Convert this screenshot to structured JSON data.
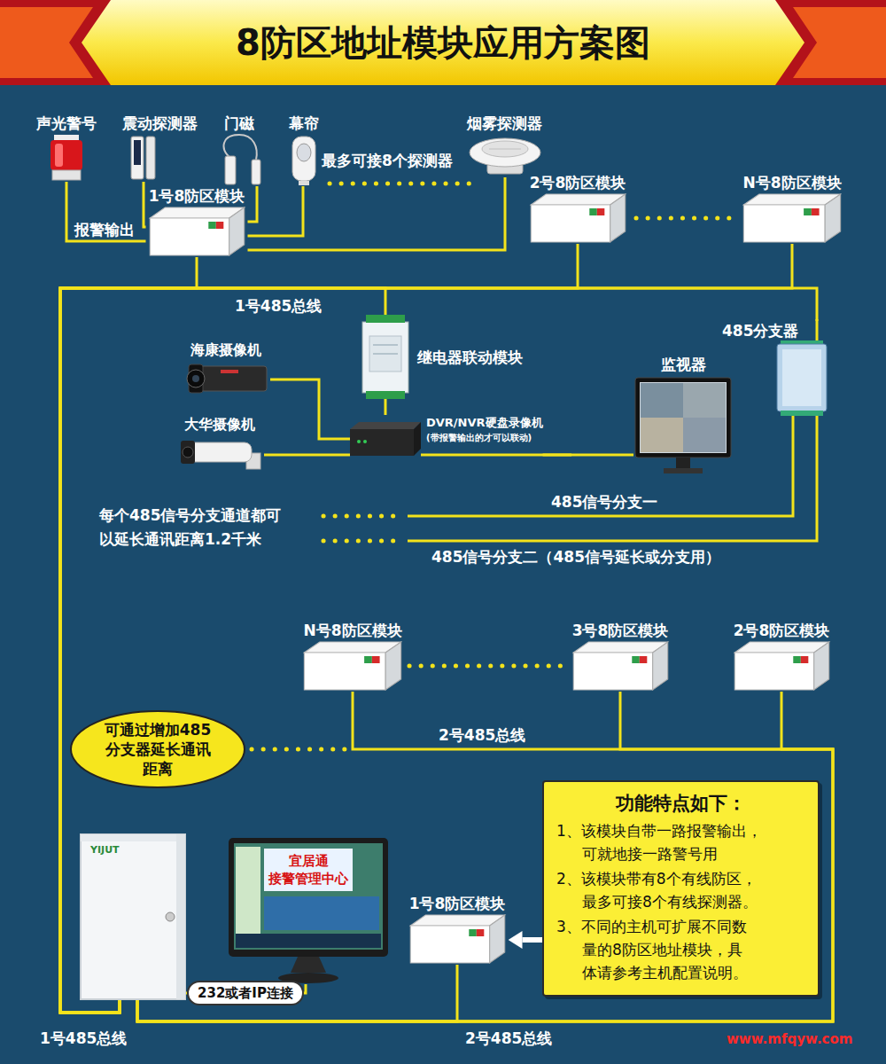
{
  "diagram": {
    "title": "8防区地址模块应用方案图",
    "nodes": [
      {
        "text": [
          "声光警号"
        ]
      },
      {
        "text": [
          "震动探测器"
        ]
      },
      {
        "text": [
          "门磁"
        ]
      },
      {
        "text": [
          "幕帘"
        ]
      },
      {
        "text": [
          "烟雾探测器"
        ]
      },
      {
        "text": [
          "1号8防区模块"
        ]
      },
      {
        "text": [
          "2号8防区模块"
        ]
      },
      {
        "text": [
          "N号8防区模块"
        ]
      },
      {
        "text": [
          "继电器联动模块"
        ]
      },
      {
        "text": [
          "海康摄像机"
        ]
      },
      {
        "text": [
          "大华摄像机"
        ]
      },
      {
        "text": [
          "DVR/NVR硬盘录像机",
          "(带报警输出的才可以联动)"
        ]
      },
      {
        "text": [
          "监视器"
        ]
      },
      {
        "text": [
          "485分支器"
        ]
      },
      {
        "text": [
          "N号8防区模块"
        ]
      },
      {
        "text": [
          "3号8防区模块"
        ]
      },
      {
        "text": [
          "2号8防区模块"
        ]
      },
      {
        "text": [
          "可通过增加485 分支器延长通讯 距离"
        ]
      },
      {
        "text": [
          "YIJUT"
        ]
      },
      {
        "text": [
          "宜居通 接警管理中心"
        ]
      },
      {
        "text": [
          "1号8防区模块"
        ]
      },
      {
        "text": [
          "功能特点如下：",
          "1、该模块自带一路报警输出， 可就地接一路警号用",
          "2、该模块带有8个有线防区， 最多可接8个有线探测器。",
          "3、不同的主机可扩展不同数 量的8防区地址模块，具 体请参考主机配置说明。"
        ]
      }
    ],
    "edges": [
      {
        "from": 5,
        "to": 0,
        "arrow": "none",
        "label": "报警输出"
      },
      {
        "from": 1,
        "to": 5,
        "arrow": "none"
      },
      {
        "from": 2,
        "to": 5,
        "arrow": "none"
      },
      {
        "from": 3,
        "to": 5,
        "arrow": "none"
      },
      {
        "from": 4,
        "to": 5,
        "arrow": "none"
      },
      {
        "from": 18,
        "to": 5,
        "arrow": "none"
      },
      {
        "from": 18,
        "to": 6,
        "arrow": "none"
      },
      {
        "from": 18,
        "to": 7,
        "arrow": "none"
      },
      {
        "from": 18,
        "to": 8,
        "arrow": "none"
      },
      {
        "from": 18,
        "to": 13,
        "arrow": "none"
      },
      {
        "from": 8,
        "to": 11,
        "arrow": "none"
      },
      {
        "from": 9,
        "to": 11,
        "arrow": "none"
      },
      {
        "from": 10,
        "to": 11,
        "arrow": "none"
      },
      {
        "from": 11,
        "to": 12,
        "arrow": "none"
      },
      {
        "from": 18,
        "to": 14,
        "arrow": "none"
      },
      {
        "from": 18,
        "to": 15,
        "arrow": "none"
      },
      {
        "from": 18,
        "to": 16,
        "arrow": "none"
      },
      {
        "from": 18,
        "to": 20,
        "arrow": "none"
      },
      {
        "from": 18,
        "to": 19,
        "arrow": "none",
        "label": "232或者IP连接"
      },
      {
        "from": 21,
        "to": 20,
        "arrow": "to"
      }
    ],
    "labels": [
      "最多可接8个探测器",
      "1号485总线",
      "每个485信号分支通道都可 以延长通讯距离1.2千米",
      "485信号分支一",
      "485信号分支二（485信号延长或分支用）",
      "2号485总线",
      "1号485总线",
      "2号485总线",
      "www.mfqyw.com"
    ]
  }
}
